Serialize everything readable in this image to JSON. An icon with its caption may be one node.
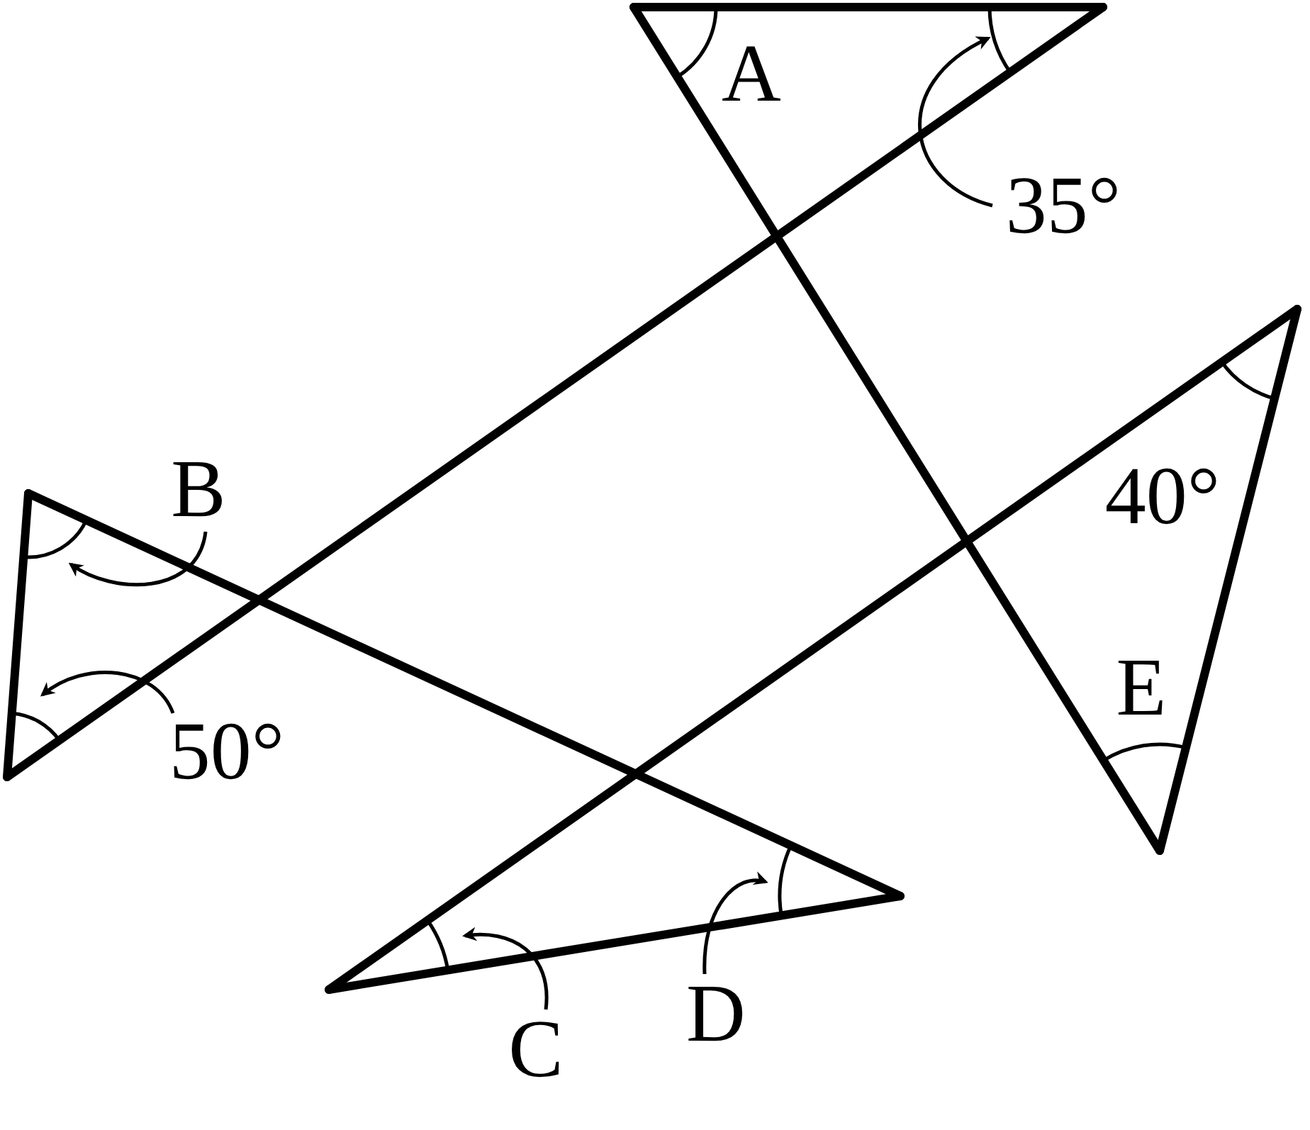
{
  "diagram": {
    "nodes": [
      {
        "text": [
          "35°"
        ]
      },
      {
        "text": [
          "B"
        ]
      },
      {
        "text": [
          "50°"
        ]
      },
      {
        "text": [
          "C"
        ]
      },
      {
        "text": [
          "D"
        ]
      }
    ],
    "edges": [
      {
        "from": 0,
        "to": null,
        "arrow": "to"
      },
      {
        "from": 1,
        "to": null,
        "arrow": "to"
      },
      {
        "from": 2,
        "to": null,
        "arrow": "to"
      },
      {
        "from": 3,
        "to": null,
        "arrow": "to"
      },
      {
        "from": 4,
        "to": null,
        "arrow": "to"
      }
    ],
    "labels": [
      "A",
      "40°",
      "E"
    ]
  }
}
